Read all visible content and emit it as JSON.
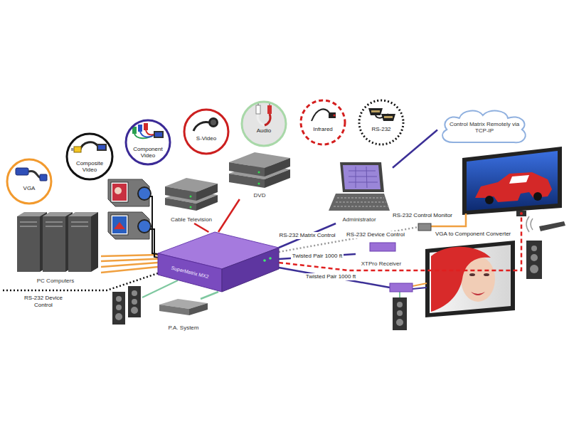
{
  "diagram": {
    "nodes": [
      {
        "text": [
          "VGA"
        ]
      },
      {
        "text": [
          "Composite Video"
        ]
      },
      {
        "text": [
          "Component Video"
        ]
      },
      {
        "text": [
          "S-Video"
        ]
      },
      {
        "text": [
          "Audio"
        ]
      },
      {
        "text": [
          "Infrared"
        ]
      },
      {
        "text": [
          "RS-232"
        ]
      },
      {
        "text": [
          "Control Matrix Remotely via TCP-IP"
        ]
      },
      {
        "text": [
          "DVD"
        ]
      },
      {
        "text": [
          "Cable Television"
        ]
      },
      {
        "text": [
          "Administrator"
        ]
      },
      {
        "text": [
          "PC Computers"
        ]
      },
      {
        "text": [
          "SuperMatrix MX2"
        ]
      },
      {
        "text": [
          "XTPro Receiver"
        ]
      },
      {
        "text": [
          "P.A. System"
        ]
      }
    ],
    "edges": [
      {
        "from": 11,
        "to": 12,
        "arrow": "none"
      },
      {
        "from": 9,
        "to": 12,
        "arrow": "none"
      },
      {
        "from": 8,
        "to": 12,
        "arrow": "none"
      },
      {
        "from": 10,
        "to": 12,
        "label": "RS-232 Matrix Control",
        "arrow": "none"
      },
      {
        "from": 10,
        "to": 7,
        "arrow": "none"
      },
      {
        "from": 12,
        "to": 13,
        "label": "Twisted Pair 1000 ft",
        "arrow": "none"
      },
      {
        "from": 12,
        "to": 14,
        "arrow": "none"
      }
    ],
    "labels": [
      "RS-232 Device Control",
      "Twisted Pair 1000 ft",
      "RS-232 Device Control",
      "RS-232 Control Monitor",
      "VGA to Component Converter"
    ]
  }
}
